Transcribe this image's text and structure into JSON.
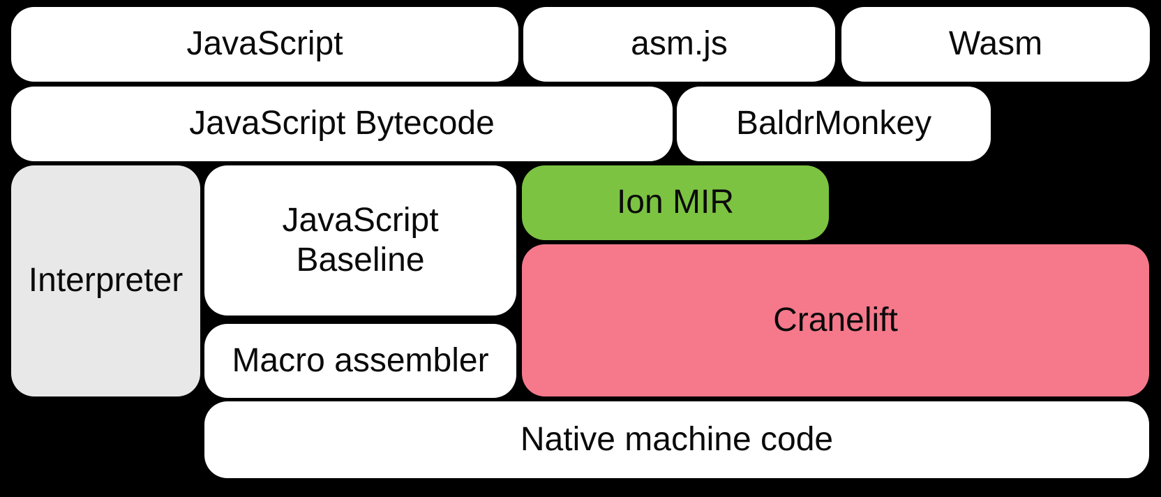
{
  "diagram": {
    "title_implicit": "SpiderMonkey / Cranelift compiler pipeline",
    "background_color": "#000000",
    "text_color": "#0a0a0a",
    "colors": {
      "white_box": "#ffffff",
      "gray_box": "#e8e8e8",
      "green_box": "#7cc342",
      "pink_box": "#f5798b"
    },
    "boxes": {
      "javascript": {
        "label": "JavaScript",
        "fill": "#ffffff"
      },
      "asmjs": {
        "label": "asm.js",
        "fill": "#ffffff"
      },
      "wasm": {
        "label": "Wasm",
        "fill": "#ffffff"
      },
      "javascript_bytecode": {
        "label": "JavaScript Bytecode",
        "fill": "#ffffff"
      },
      "baldrmonkey": {
        "label": "BaldrMonkey",
        "fill": "#ffffff"
      },
      "interpreter": {
        "label": "Interpreter",
        "fill": "#e8e8e8"
      },
      "javascript_baseline": {
        "label": "JavaScript Baseline",
        "fill": "#ffffff"
      },
      "ion_mir": {
        "label": "Ion MIR",
        "fill": "#7cc342"
      },
      "cranelift": {
        "label": "Cranelift",
        "fill": "#f5798b"
      },
      "macro_assembler": {
        "label": "Macro assembler",
        "fill": "#ffffff"
      },
      "native_machine_code": {
        "label": "Native machine code",
        "fill": "#ffffff"
      }
    }
  }
}
